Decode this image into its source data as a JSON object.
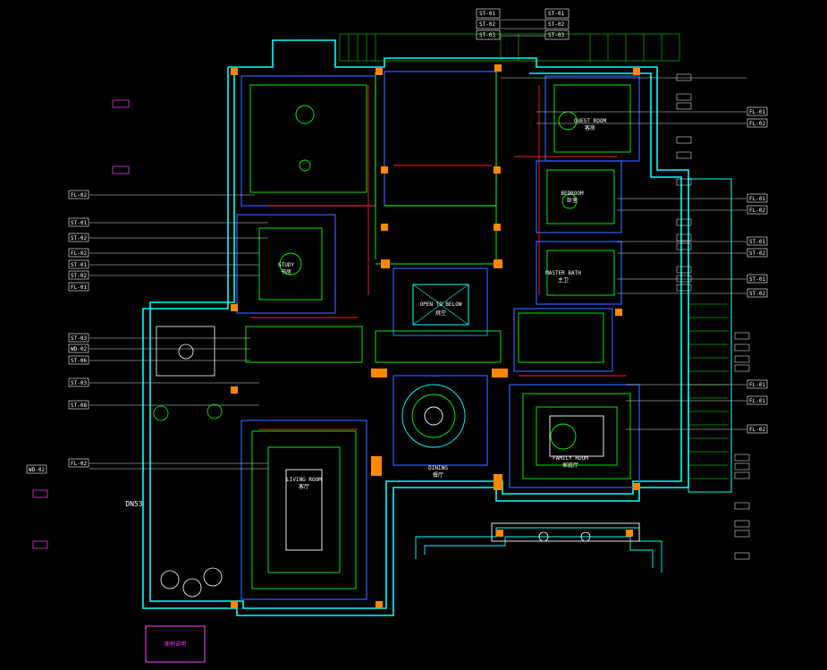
{
  "colors": {
    "background": "#000000",
    "wall": "#00ffff",
    "fixture": "#00ff00",
    "dim": "#ffffff",
    "accent_red": "#ff2020",
    "accent_magenta": "#ff40ff",
    "column_orange": "#ff8800",
    "wall_blue": "#3060ff"
  },
  "tags": {
    "top": [
      "ST-01",
      "ST-02",
      "ST-03"
    ],
    "top_right": [
      "ST-01",
      "ST-02",
      "ST-03"
    ],
    "left": [
      "FL-02",
      "ST-01",
      "ST-02",
      "FL-02",
      "ST-01",
      "ST-02",
      "FL-01",
      "ST-03",
      "WD-02",
      "ST-06",
      "ST-03",
      "ST-08",
      "FL-02",
      "WD-02"
    ],
    "right": [
      "FL-01",
      "FL-02",
      "FL-01",
      "FL-02",
      "ST-01",
      "ST-02",
      "ST-01",
      "ST-02",
      "FL-01",
      "FL-01",
      "FL-02"
    ]
  },
  "rooms": [
    {
      "label": "OPEN TO BELOW",
      "sub": "挑空"
    },
    {
      "label": "LIVING ROOM",
      "sub": "客厅"
    },
    {
      "label": "FAMILY ROOM",
      "sub": "家庭厅"
    },
    {
      "label": "BEDROOM",
      "sub": "卧室"
    },
    {
      "label": "GUEST ROOM",
      "sub": "客房"
    },
    {
      "label": "DINING",
      "sub": "餐厅"
    },
    {
      "label": "STUDY",
      "sub": "书房"
    },
    {
      "label": "MASTER BATH",
      "sub": "主卫"
    },
    {
      "label": "DN53",
      "sub": ""
    }
  ],
  "legend_box_text": "图例说明"
}
